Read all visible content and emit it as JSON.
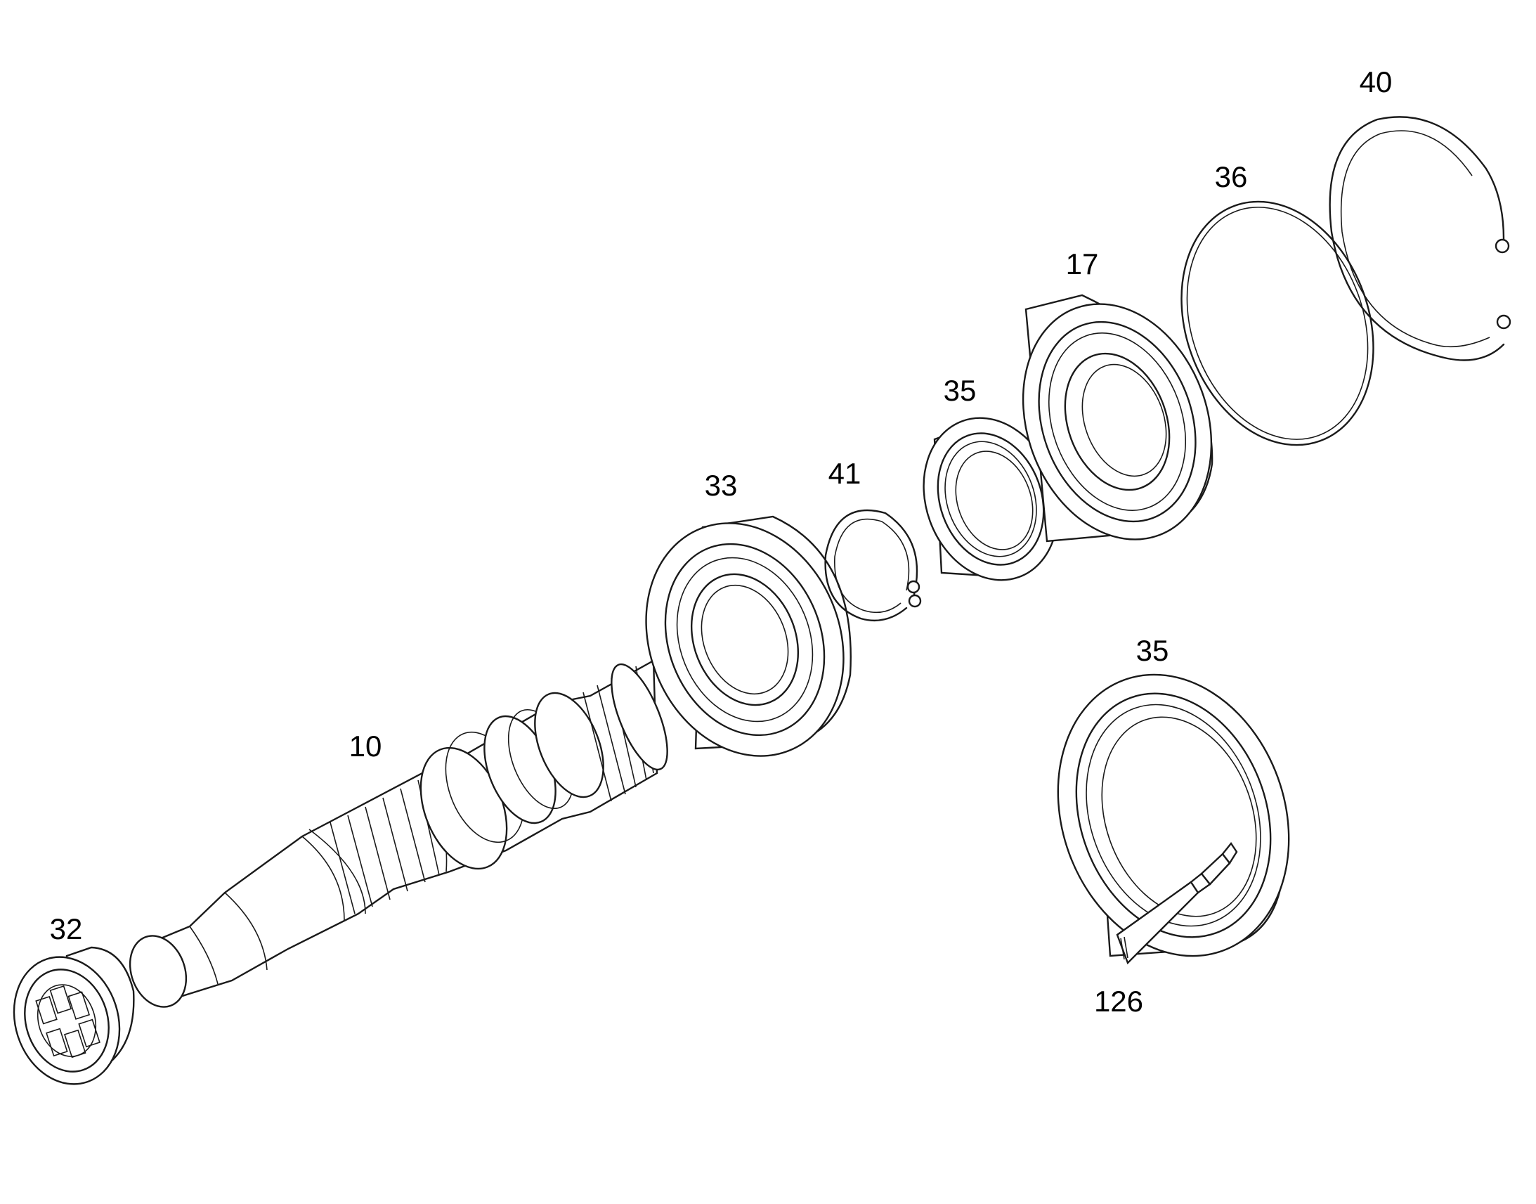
{
  "diagram": {
    "parts": [
      {
        "id": "part-10",
        "label": "10"
      },
      {
        "id": "part-17",
        "label": "17"
      },
      {
        "id": "part-32",
        "label": "32"
      },
      {
        "id": "part-33",
        "label": "33"
      },
      {
        "id": "part-35-seal",
        "label": "35"
      },
      {
        "id": "part-35-detail",
        "label": "35"
      },
      {
        "id": "part-36",
        "label": "36"
      },
      {
        "id": "part-40",
        "label": "40"
      },
      {
        "id": "part-41",
        "label": "41"
      },
      {
        "id": "part-126",
        "label": "126"
      }
    ]
  }
}
